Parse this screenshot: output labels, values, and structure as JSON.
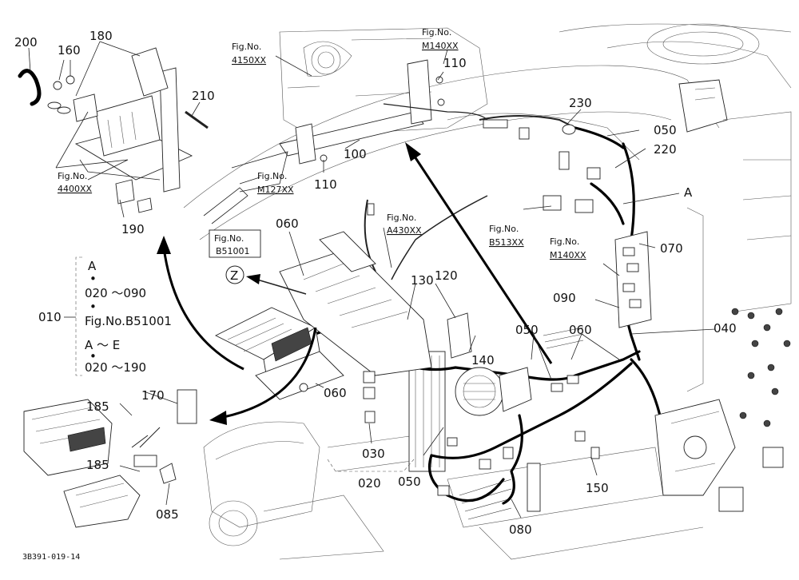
{
  "callouts": {
    "c200": "200",
    "c160": "160",
    "c180": "180",
    "c210": "210",
    "c190": "190",
    "c110a": "110",
    "c110b": "110",
    "c100": "100",
    "c060a": "060",
    "c060b": "060",
    "c060c": "060",
    "c230": "230",
    "c050a": "050",
    "c050b": "050",
    "c050c": "050",
    "c220": "220",
    "cA": "A",
    "c070": "070",
    "c090": "090",
    "c040": "040",
    "c120": "120",
    "c130": "130",
    "c140": "140",
    "c150": "150",
    "c080": "080",
    "c030": "030",
    "c020": "020",
    "c170": "170",
    "c185a": "185",
    "c185b": "185",
    "c085": "085",
    "cZ": "Z"
  },
  "figrefs": {
    "fig_4400": {
      "prefix": "Fig.No.",
      "code": "4400XX"
    },
    "fig_4150": {
      "prefix": "Fig.No.",
      "code": "4150XX"
    },
    "fig_m140_top": {
      "prefix": "Fig.No.",
      "code": "M140XX"
    },
    "fig_m127": {
      "prefix": "Fig.No.",
      "code": "M127XX"
    },
    "fig_a430": {
      "prefix": "Fig.No.",
      "code": "A430XX"
    },
    "fig_b513": {
      "prefix": "Fig.No.",
      "code": "B513XX"
    },
    "fig_m140_mid": {
      "prefix": "Fig.No.",
      "code": "M140XX"
    },
    "fig_b51001_box": {
      "prefix": "Fig.No.",
      "code": "B51001"
    }
  },
  "assembly_note": {
    "number": "010",
    "lines": [
      "A",
      "020 ～090",
      "Fig.No.B51001",
      "A ～ E",
      "020 ～190"
    ]
  },
  "caption": "3B391-019-14"
}
